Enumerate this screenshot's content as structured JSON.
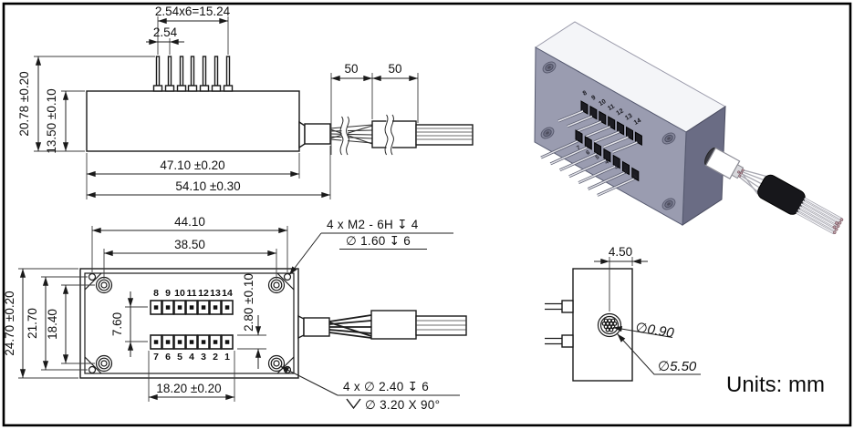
{
  "units_label": "Units: mm",
  "module": {
    "pin_numbers_top": [
      "8",
      "9",
      "10",
      "11",
      "12",
      "13",
      "14"
    ],
    "pin_numbers_bottom": [
      "7",
      "6",
      "5",
      "4",
      "3",
      "2",
      "1"
    ]
  },
  "side_view": {
    "dims": {
      "pitch_total": "2.54x6=15.24",
      "pitch": "2.54",
      "total_height": "20.78 ±0.20",
      "body_height": "13.50 ±0.10",
      "lead_a": "50",
      "lead_b": "50",
      "body_length": "47.10 ±0.20",
      "overall_length": "54.10 ±0.30"
    }
  },
  "top_view": {
    "dims": {
      "overall_length": "44.10",
      "boss_span": "38.50",
      "overall_width": "24.70 ±0.20",
      "hole_span": "21.70",
      "boss_span_v": "18.40",
      "row_spacing": "7.60",
      "header_width": "2.80 ±0.10",
      "header_length": "18.20 ±0.20"
    },
    "callouts": {
      "tap_line1": "4 x  M2 - 6H ↧ 4",
      "tap_line2": "∅ 1.60 ↧ 6",
      "cbore_line1": "4 x ∅ 2.40 ↧ 6",
      "cbore_line2": "∅ 3.20 X 90°",
      "cbore_symbol": "countersink"
    }
  },
  "end_view": {
    "dims": {
      "exit_offset": "4.50",
      "fiber_dia": "∅0.90",
      "aperture_dia": "∅5.50"
    }
  },
  "colors": {
    "iso_top": "#f4f5f8",
    "iso_front": "#9a9cb0",
    "iso_side": "#6a6c84",
    "sleeve": "#17171b",
    "line": "#1a1a1a"
  }
}
